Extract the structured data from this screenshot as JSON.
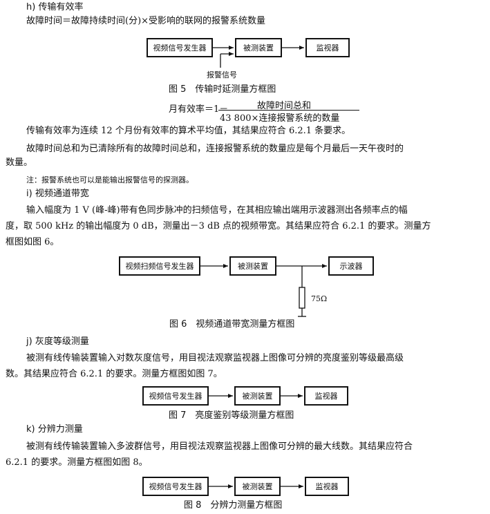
{
  "sections": {
    "h": {
      "heading": "h) 传输有效率",
      "formula1": "故障时间＝故障持续时间(分)×受影响的联网的报警系统数量",
      "fig5": {
        "box_gen": "视频信号发生器",
        "box_dut": "被测装置",
        "box_mon": "监视器",
        "alarm_label": "报警信号",
        "caption": "图 5　传输时延测量方框图"
      },
      "formula2": {
        "lhs": "月有效率＝1－",
        "numerator": "故障时间总和",
        "denominator": "43 800×连接报警系统的数量"
      },
      "para1": "传输有效率为连续 12 个月份有效率的算术平均值，其结果应符合 6.2.1 条要求。",
      "para2_line1": "故障时间总和为已清除所有的故障时间总和，连接报警系统的数量应是每个月最后一天午夜时的",
      "para2_line2": "数量。",
      "note": "注：报警系统也可以是能输出报警信号的探测器。"
    },
    "i": {
      "heading": "i) 视频通道带宽",
      "para_line1": "输入幅度为 1 V (峰-峰)带有色同步脉冲的扫频信号，在其相应输出端用示波器测出各频率点的幅",
      "para_line2": "度，取 500 kHz 的输出幅度为 0 dB，测量出－3 dB 点的视频带宽。其结果应符合 6.2.1 的要求。测量方",
      "para_line3": "框图如图 6。",
      "fig6": {
        "box_gen": "视频扫频信号发生器",
        "box_dut": "被测装置",
        "box_osc": "示波器",
        "resistor_label": "75Ω",
        "caption": "图 6　视频通道带宽测量方框图"
      }
    },
    "j": {
      "heading": "j) 灰度等级测量",
      "para_line1": "被测有线传输装置输入对数灰度信号，用目视法观察监视器上图像可分辨的亮度鉴别等级最高级",
      "para_line2": "数。其结果应符合 6.2.1 的要求。测量方框图如图 7。",
      "fig7": {
        "box_gen": "视频信号发生器",
        "box_dut": "被测装置",
        "box_mon": "监视器",
        "caption": "图 7　亮度鉴别等级测量方框图"
      }
    },
    "k": {
      "heading": "k) 分辨力测量",
      "para_line1": "被测有线传输装置输入多波群信号，用目视法观察监视器上图像可分辨的最大线数。其结果应符合",
      "para_line2": "6.2.1 的要求。测量方框图如图 8。",
      "fig8": {
        "box_gen": "视频信号发生器",
        "box_dut": "被测装置",
        "box_mon": "监视器",
        "caption": "图 8　分辨力测量方框图"
      }
    }
  }
}
